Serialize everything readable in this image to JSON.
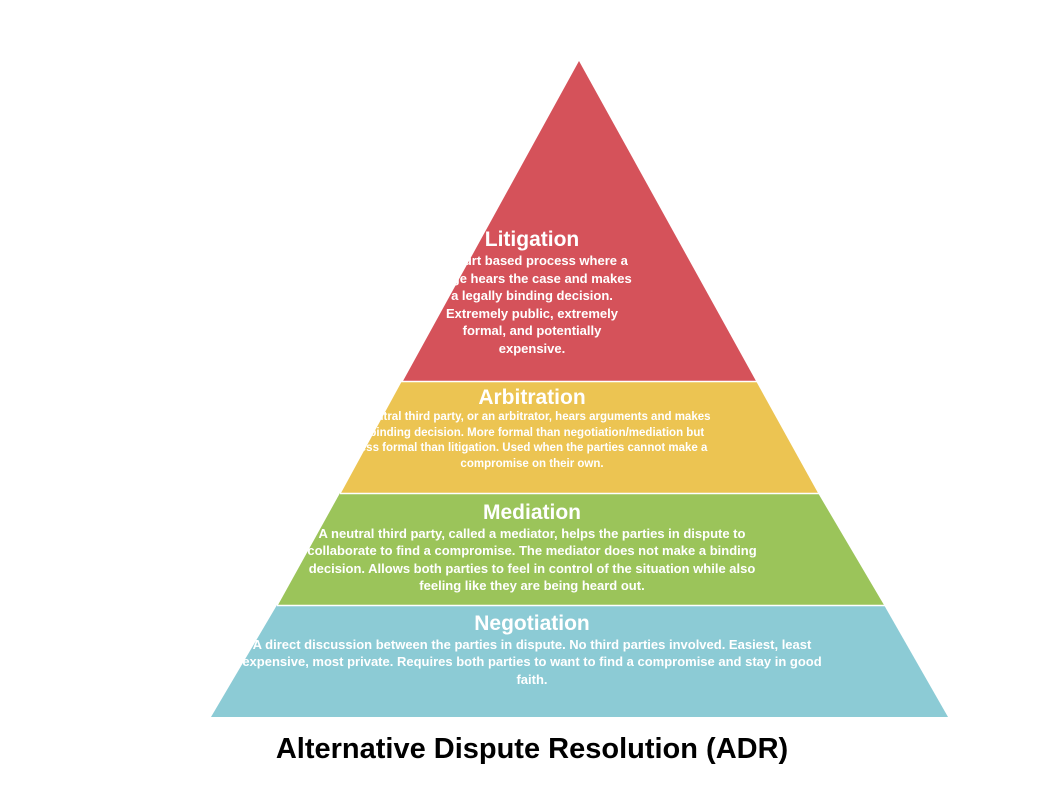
{
  "title": "Alternative Dispute Resolution (ADR)",
  "tiers": [
    {
      "name": "Litigation",
      "description": "A court based process where a judge hears the case and makes a legally binding decision. Extremely public, extremely formal, and potentially expensive.",
      "color": "#d5525a"
    },
    {
      "name": "Arbitration",
      "description": "a neutral third party, or an arbitrator, hears arguments and makes a binding decision. More formal than negotiation/mediation but less formal than litigation. Used when the parties cannot make a compromise on their own.",
      "color": "#ecc452"
    },
    {
      "name": "Mediation",
      "description": "A neutral third party, called a mediator, helps the parties in dispute to collaborate to find a compromise. The mediator does not make a binding decision. Allows both parties to feel in control of the situation while also feeling like they are being heard out.",
      "color": "#9bc45a"
    },
    {
      "name": "Negotiation",
      "description": "A direct discussion between the parties in dispute. No third parties involved. Easiest, least expensive, most private. Requires both parties to want to find a compromise and stay in good faith.",
      "color": "#8ccbd5"
    }
  ]
}
